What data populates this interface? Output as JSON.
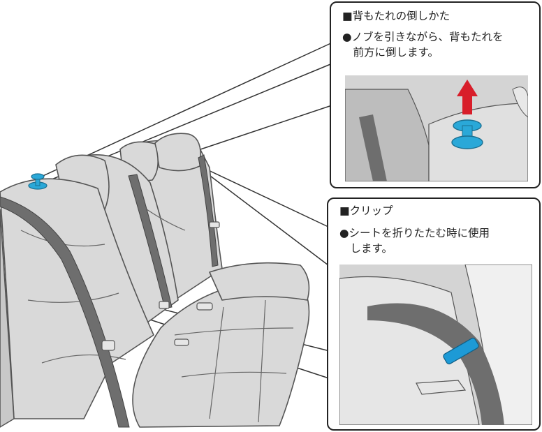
{
  "callout_recline": {
    "title": "■背もたれの倒しかた",
    "body": "●ノブを引きながら、背もたれを\n　前方に倒します。"
  },
  "callout_clip": {
    "title": "■クリップ",
    "body": "●シートを折りたたむ時に使用\n　します。"
  },
  "colors": {
    "seat_fill": "#d9d9d9",
    "seat_line": "#555555",
    "belt": "#6e6e6e",
    "knob": "#2aa8d8",
    "arrow": "#d81e2a",
    "clip": "#1d9ad6"
  },
  "icons": [
    "seat-recline-knob-icon",
    "pull-up-arrow-icon",
    "seatbelt-clip-icon"
  ]
}
